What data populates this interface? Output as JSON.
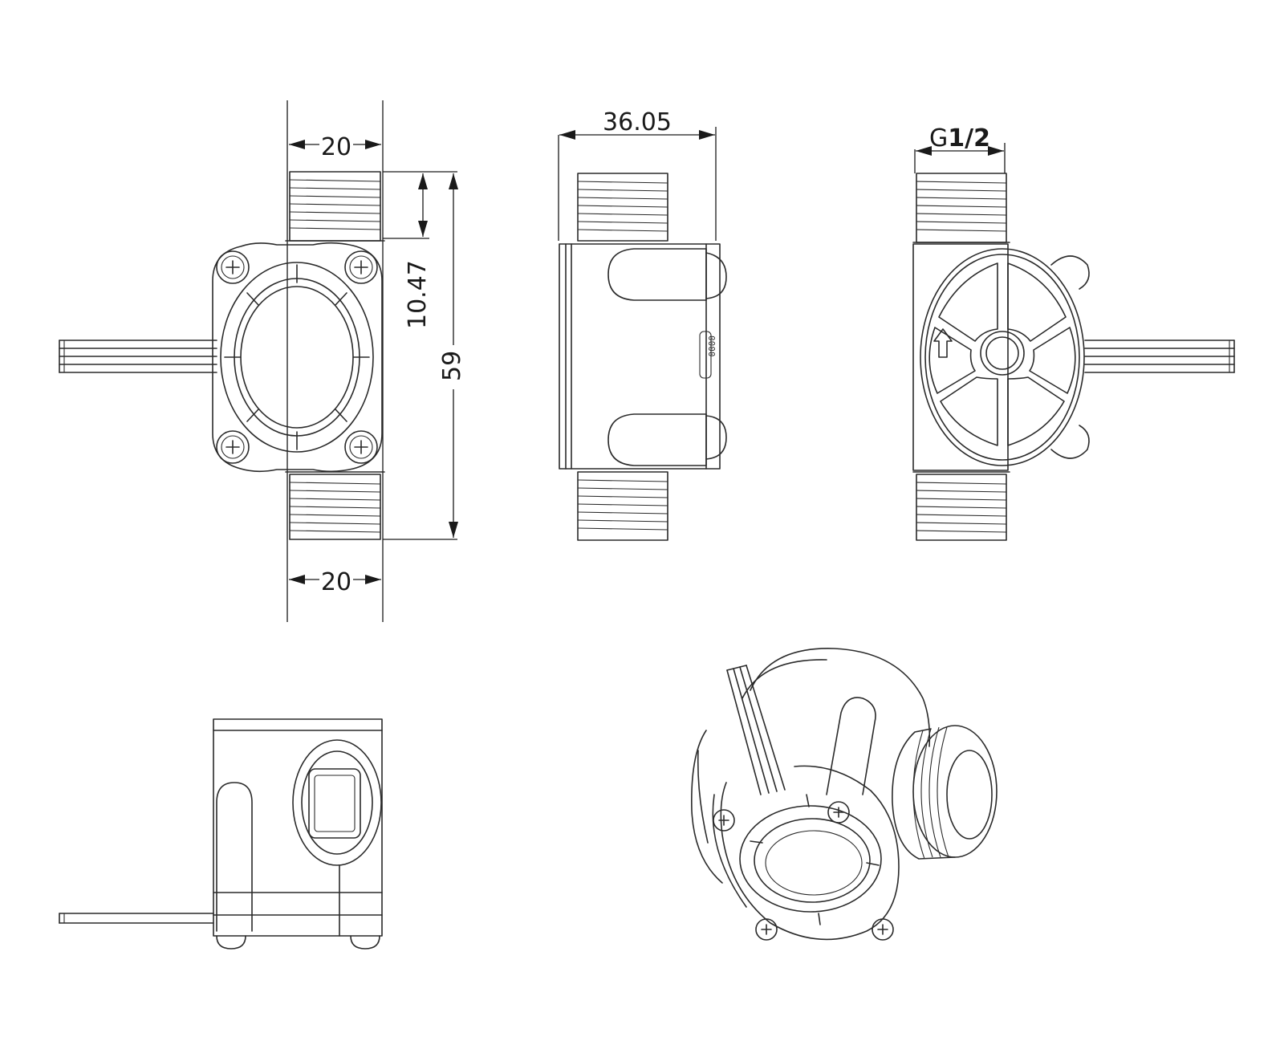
{
  "dimensions": {
    "width_top": "20",
    "width_bottom": "20",
    "thread_length": "10.47",
    "overall_height": "59",
    "side_depth": "36.05",
    "thread_spec_prefix": "G",
    "thread_spec_value": "1/2"
  },
  "colors": {
    "line": "#2a2a2a",
    "background": "#ffffff"
  },
  "icons": {
    "flow_direction": "up-arrow-icon",
    "screw": "cross-screw-icon"
  }
}
